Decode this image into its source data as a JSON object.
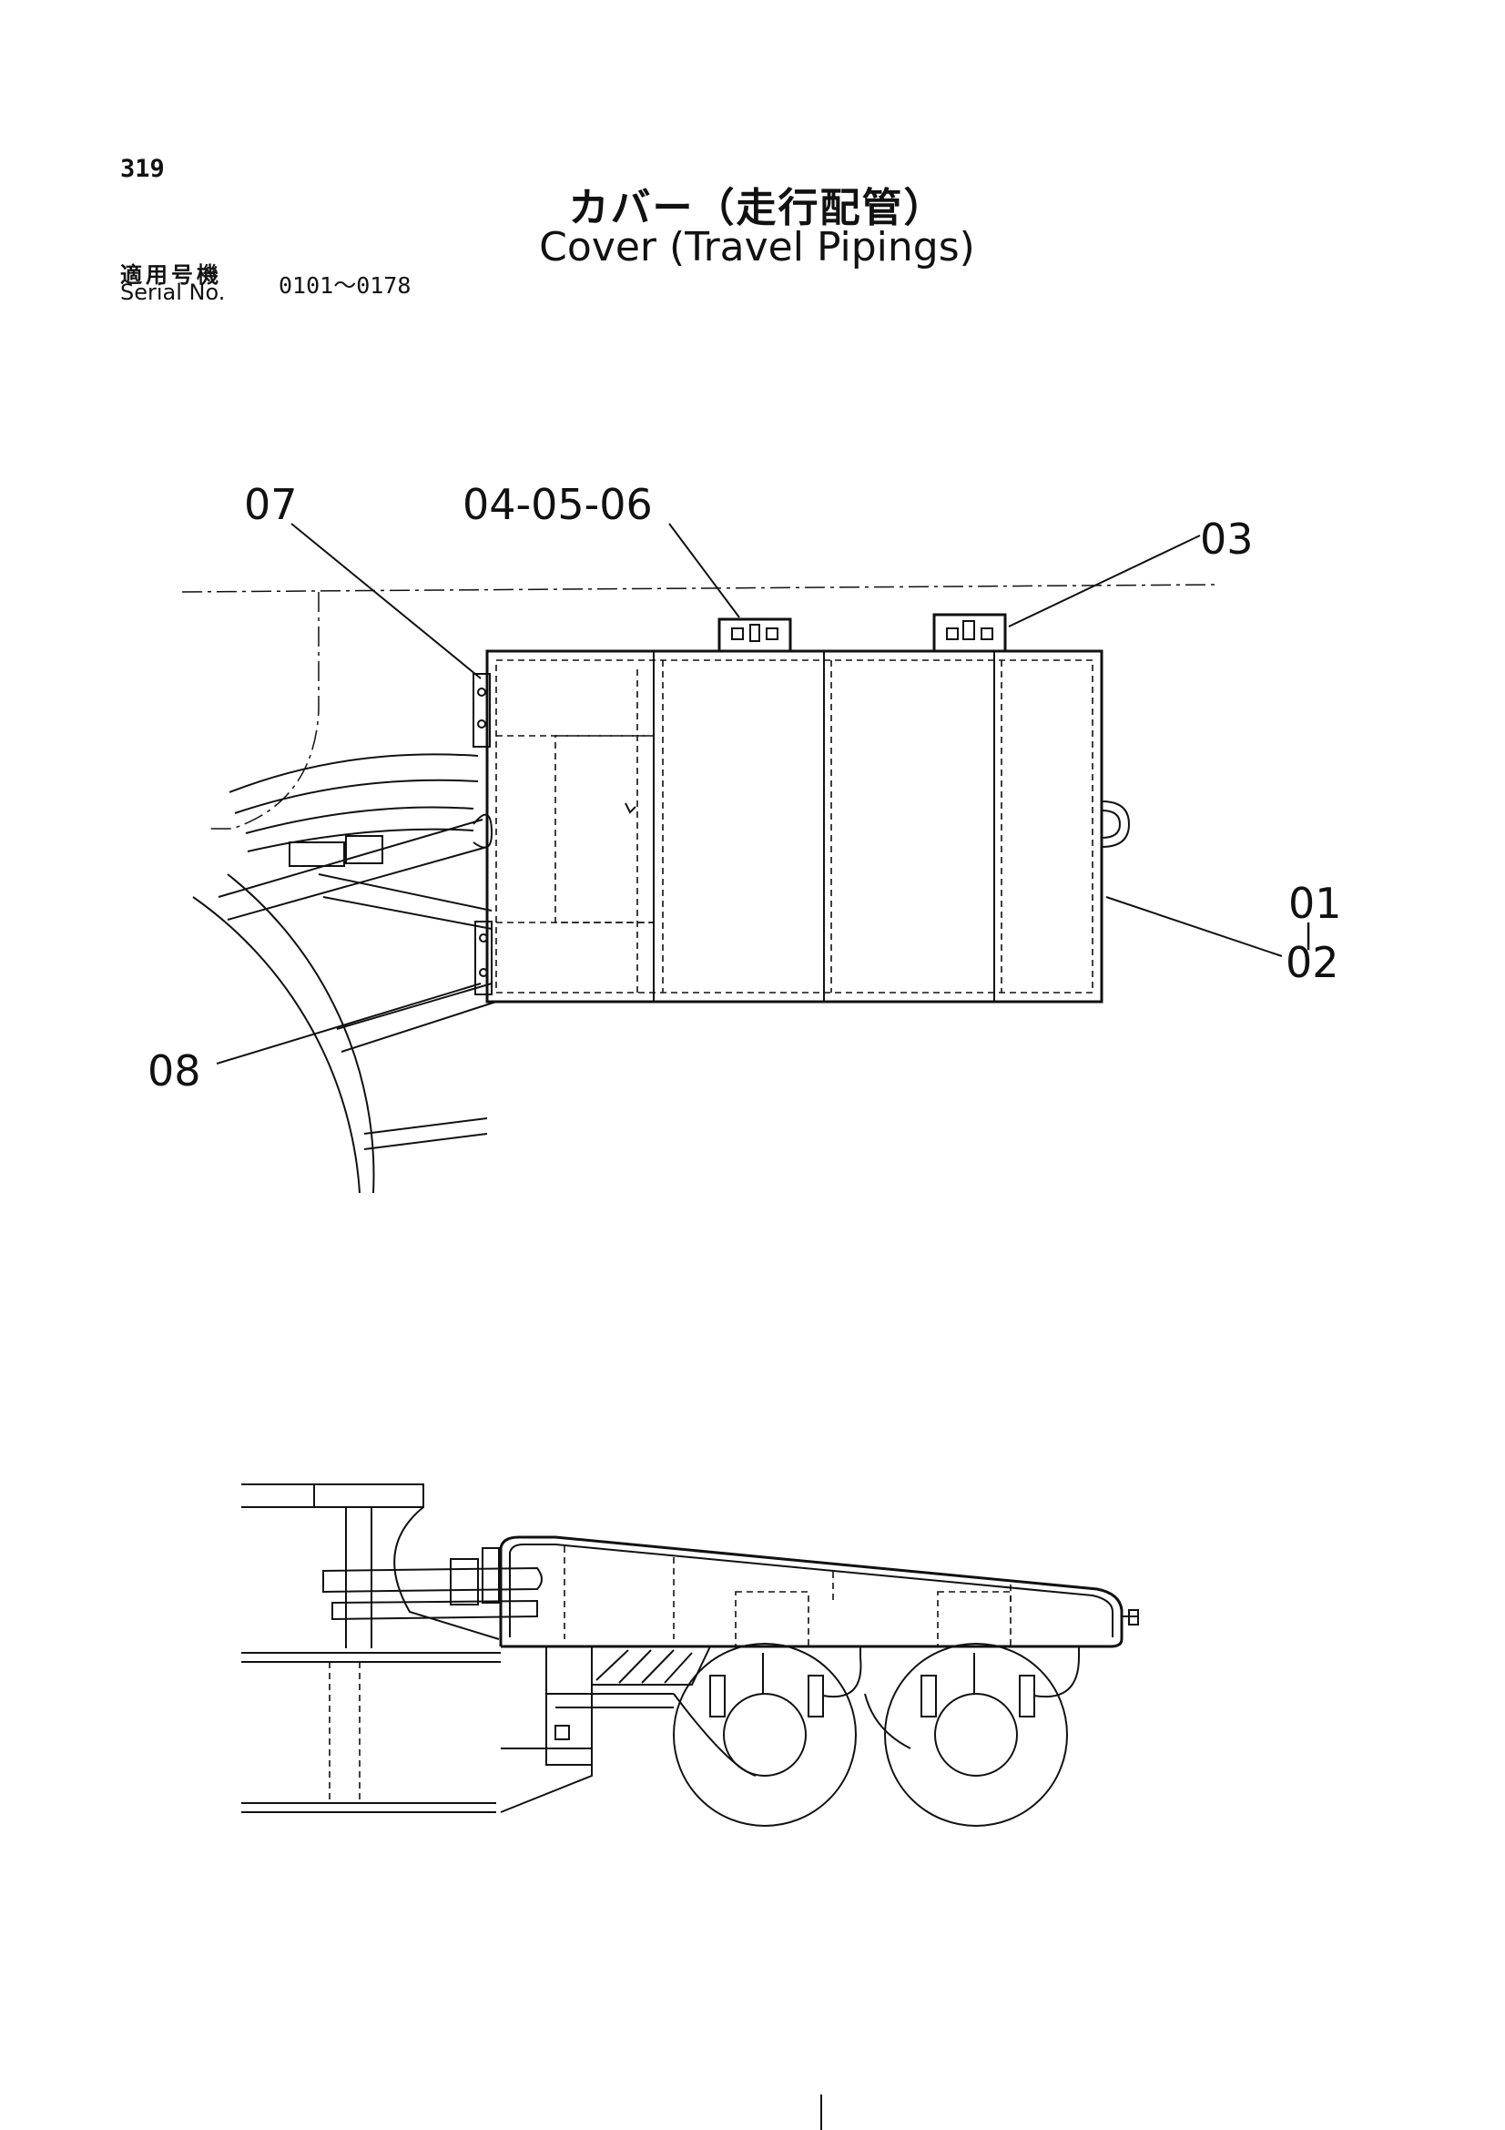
{
  "page": {
    "number": "319",
    "title_jp": "カバー（走行配管）",
    "title_en": "Cover (Travel Pipings)",
    "serial_label_jp": "適用号機",
    "serial_label_en": "Serial No.",
    "serial_range": "0101～0178"
  },
  "callouts": {
    "c07": "07",
    "c040506": "04-05-06",
    "c03": "03",
    "c01": "01",
    "c01_sep": "|",
    "c02": "02",
    "c08": "08"
  }
}
